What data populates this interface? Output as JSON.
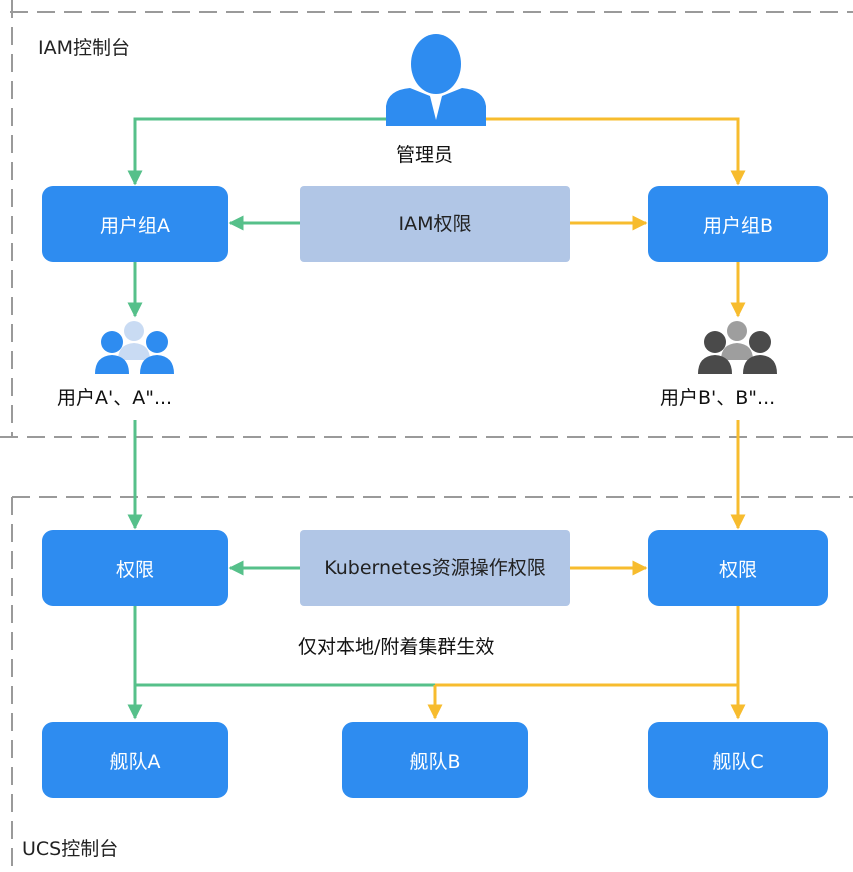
{
  "regions": {
    "iam_console": "IAM控制台",
    "ucs_console": "UCS控制台"
  },
  "nodes": {
    "admin": "管理员",
    "group_a": "用户组A",
    "group_b": "用户组B",
    "iam_permission": "IAM权限",
    "users_a": "用户A'、A\"...",
    "users_b": "用户B'、B\"...",
    "permission_a": "权限",
    "permission_b": "权限",
    "k8s_permission": "Kubernetes资源操作权限",
    "scope_note": "仅对本地/附着集群生效",
    "fleet_a": "舰队A",
    "fleet_b": "舰队B",
    "fleet_c": "舰队C"
  },
  "icons": {
    "admin": "admin-user-icon",
    "users_a": "user-group-icon",
    "users_b": "user-group-icon"
  },
  "colors": {
    "node_blue": "#2e8cf0",
    "permission_box": "#b1c6e6",
    "arrow_green": "#56c08a",
    "arrow_yellow": "#f7bc2e",
    "boundary": "#9a9a9a",
    "users_a_primary": "#2e8cf0",
    "users_a_secondary": "#c9dbf3",
    "users_b_primary": "#4a4a4a",
    "users_b_secondary": "#9e9e9e"
  }
}
